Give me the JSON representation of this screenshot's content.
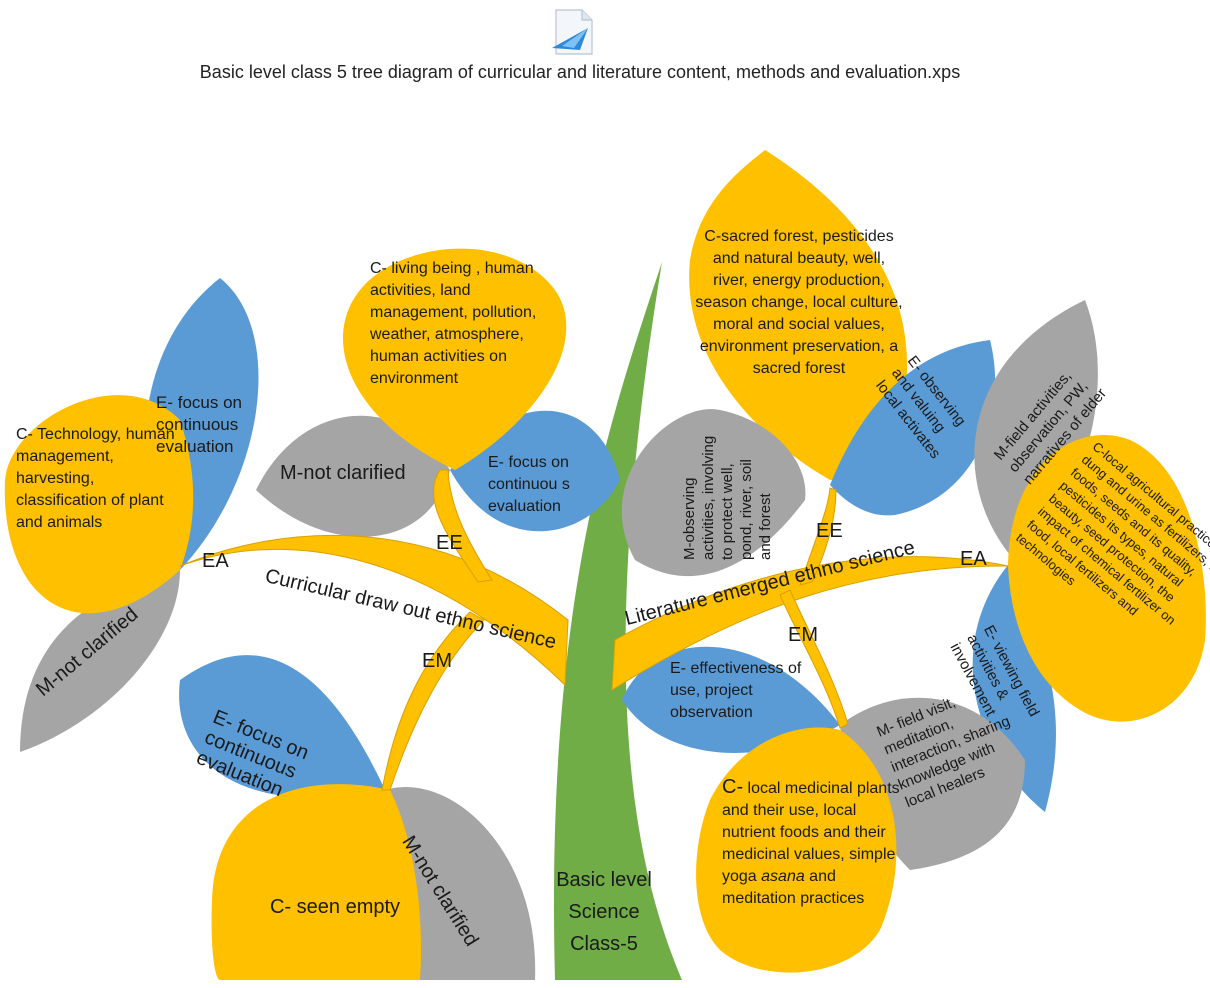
{
  "file": {
    "icon": "xps-document-icon",
    "name": "Basic level class 5 tree diagram of curricular and literature content, methods and evaluation.xps"
  },
  "colors": {
    "yellow": "#FFC000",
    "blue": "#5B9BD5",
    "gray": "#A5A5A5",
    "green": "#70AD47"
  },
  "trunk": {
    "line1": "Basic level",
    "line2": "Science",
    "line3": "Class-5"
  },
  "branches": {
    "curricular": "Curricular draw out ethno science",
    "literature": "Literature emerged ethno science",
    "ea_left": "EA",
    "ee_left": "EE",
    "em_left": "EM",
    "ee_right": "EE",
    "em_right": "EM",
    "ea_right": "EA"
  },
  "left": {
    "ea_content": "C- Technology, human management, harvesting, classification of plant and animals",
    "ea_eval": "E- focus on continuous evaluation",
    "ea_method": "M-not clarified",
    "ee_content": "C- living being , human activities, land management, pollution, weather, atmosphere, human activities on environment",
    "ee_method": "M-not clarified",
    "ee_eval": "E- focus on continuou s evaluation",
    "em_eval": "E- focus on continuous evaluation",
    "em_content": "C- seen empty",
    "em_method": "M-not clarified"
  },
  "right": {
    "ee_content": "C-sacred forest, pesticides and natural beauty, well, river, energy production, season change, local culture, moral and social values, environment preservation, a sacred forest",
    "ee_method": "M-observing activities, involving to protect well, pond, river, soil and forest",
    "ee_eval": "E- observing and valuing local activates",
    "ea_method": "M-field activities, observation, PW, narratives of elder",
    "ea_content": "C-local agricultural practices, cow dung and urine as fertilizers, local foods, seeds and its quality, pesticides its types, natural beauty, seed protection, the impact of chemical fertilizer on food, local fertilizers and technologies",
    "ea_eval": "E- viewing field activities & involvement",
    "em_eval": "E- effectiveness of use, project observation",
    "em_content_prefix": "C-",
    "em_content": " local medicinal plants and their use, local nutrient foods and their medicinal values, simple yoga ",
    "em_content_italic": "asana",
    "em_content_suffix": " and meditation practices",
    "em_method": "M- field visit, meditation, interaction, sharing knowledge with local healers"
  }
}
